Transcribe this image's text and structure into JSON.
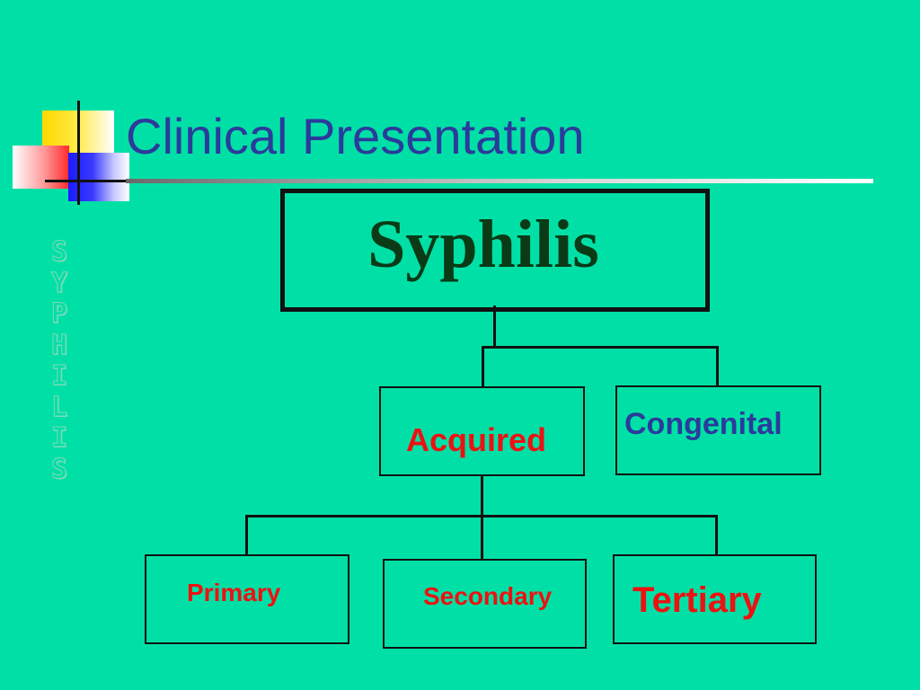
{
  "slide": {
    "title": "Clinical Presentation",
    "side_text": "SYPHILIS"
  },
  "diagram": {
    "root": {
      "label": "Syphilis"
    },
    "level1": [
      {
        "label": "Acquired"
      },
      {
        "label": "Congenital"
      }
    ],
    "level2": [
      {
        "label": "Primary"
      },
      {
        "label": "Secondary"
      },
      {
        "label": "Tertiary"
      }
    ]
  },
  "colors": {
    "background": "#00e0a6",
    "title": "#2c3a9c",
    "root_text": "#0a3a16",
    "red_text": "#ee1111",
    "blue_text": "#2c3a9c"
  }
}
